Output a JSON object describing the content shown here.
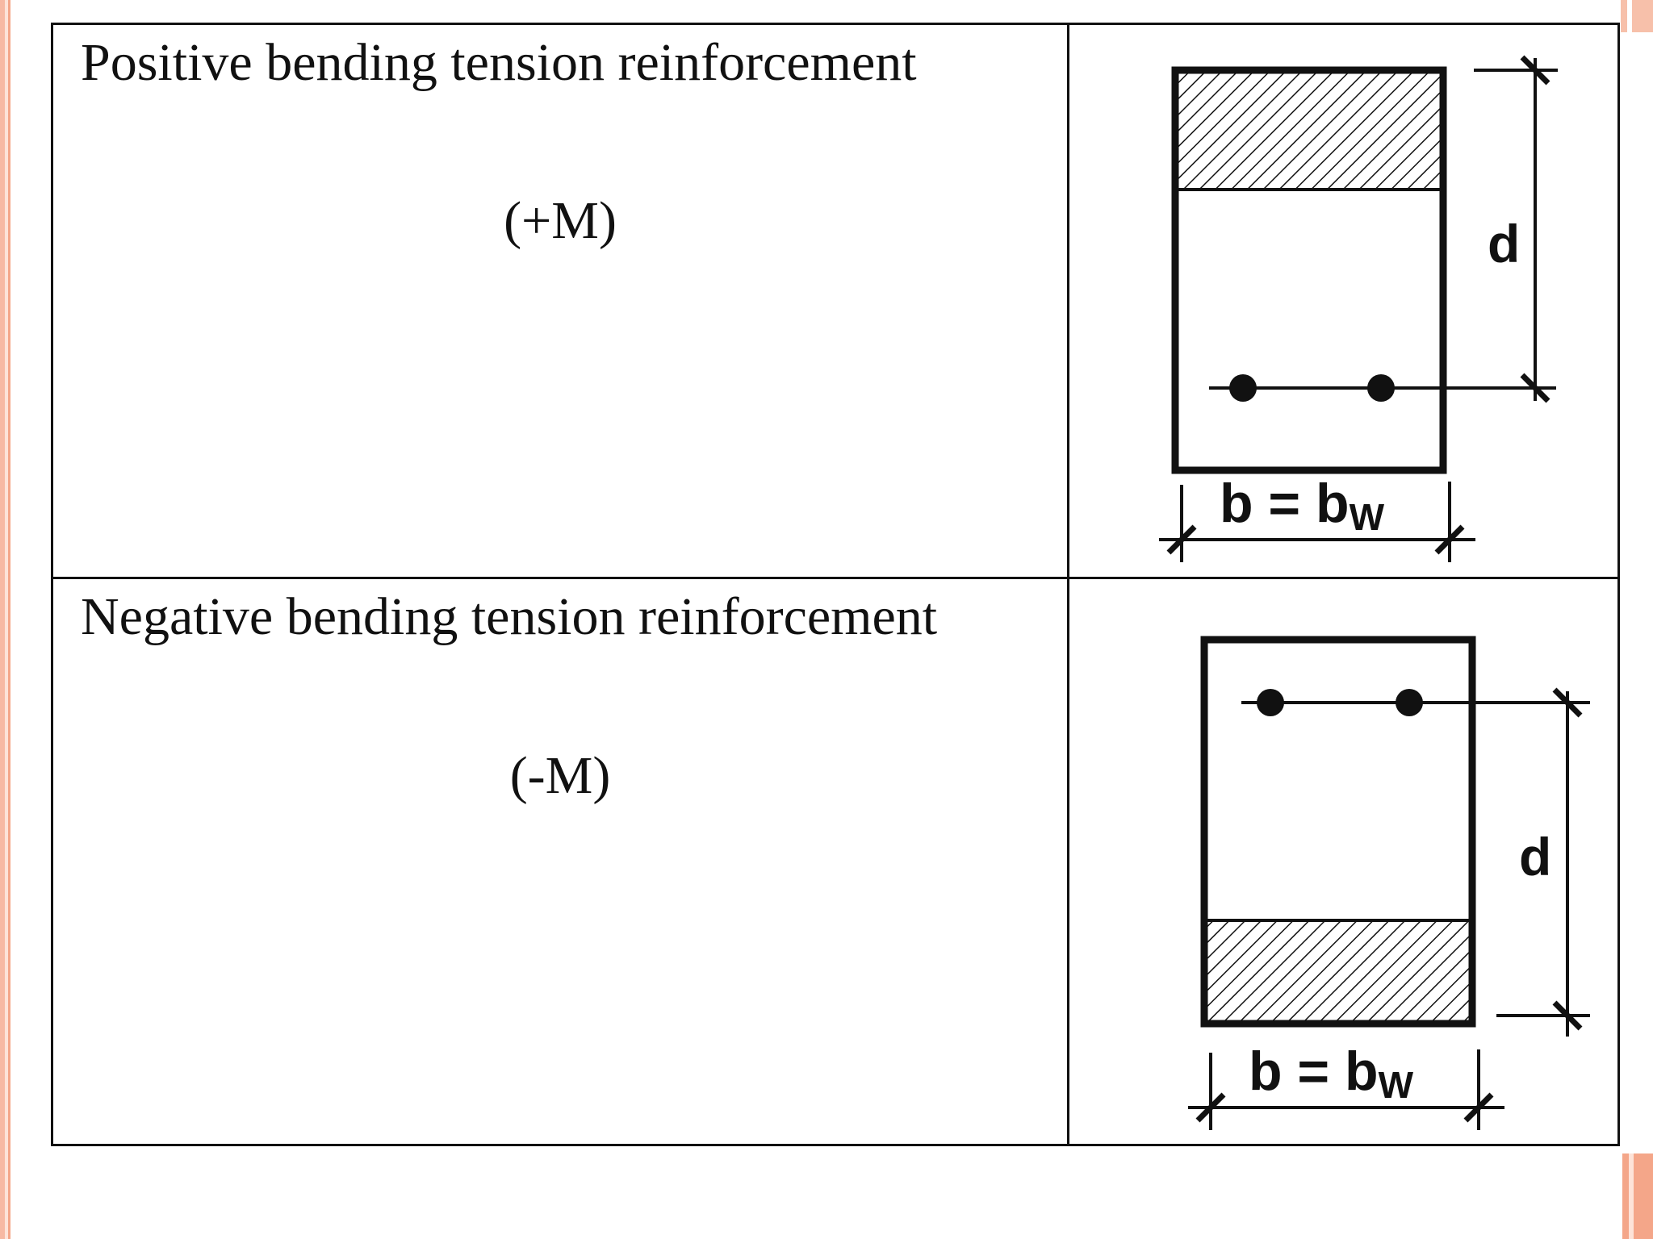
{
  "rows": [
    {
      "label": "Positive bending tension reinforcement",
      "moment": "(+M)",
      "diagram": {
        "depth_label": "d",
        "width_label_main": "b = b",
        "width_label_sub": "W",
        "compression_zone": "top",
        "reinforcement": "bottom"
      }
    },
    {
      "label": "Negative bending tension reinforcement",
      "moment": "(-M)",
      "diagram": {
        "depth_label": "d",
        "width_label_main": "b = b",
        "width_label_sub": "W",
        "compression_zone": "bottom",
        "reinforcement": "top"
      }
    }
  ],
  "colors": {
    "line": "#111111",
    "accent": "#f4a689"
  }
}
